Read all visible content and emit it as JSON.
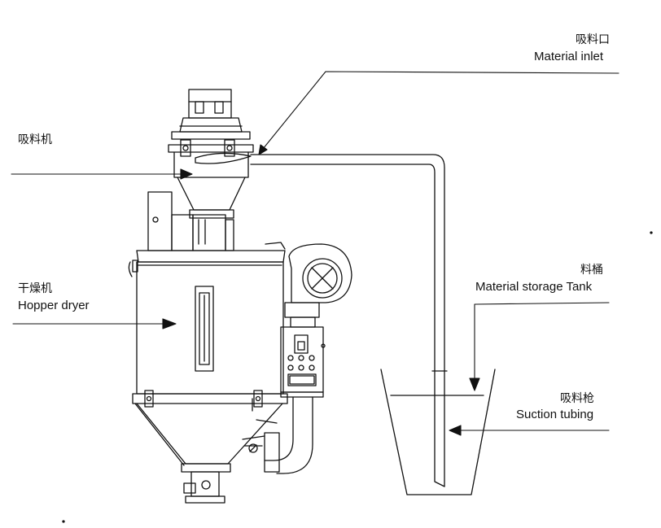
{
  "labels": {
    "material_inlet": {
      "cn": "吸料口",
      "en": "Material inlet"
    },
    "suction_machine": {
      "cn": "吸料机"
    },
    "hopper_dryer": {
      "cn": "干燥机",
      "en": "Hopper dryer"
    },
    "storage_tank": {
      "cn": "料桶",
      "en": "Material storage Tank"
    },
    "suction_tubing": {
      "cn": "吸料枪",
      "en": "Suction tubing"
    }
  }
}
